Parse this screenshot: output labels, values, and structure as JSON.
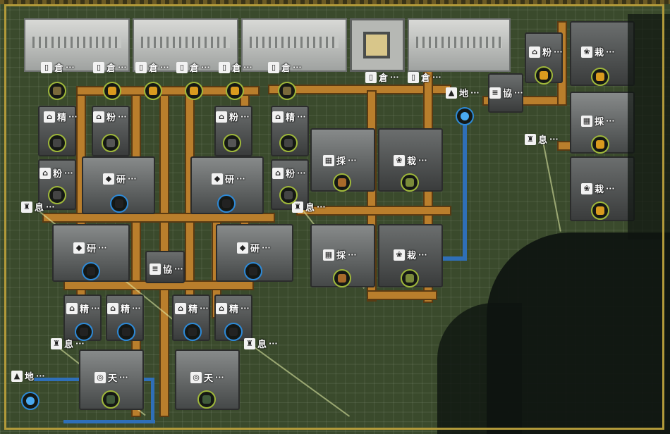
{
  "scene": {
    "colors": {
      "ground": "#3a4a2c",
      "belt": "#b97e2c",
      "pipe": "#2f6fb8",
      "boundary": "#b29a3a",
      "ring_yellow": "#9fb83a",
      "ring_blue": "#2d8ad8"
    }
  },
  "labels": {
    "warehouse": "倉",
    "crusher": "粉",
    "refiner": "精",
    "grinder": "研",
    "rest": "息",
    "assoc": "協",
    "miner": "採",
    "plant": "栽",
    "ground": "地",
    "heaven": "天",
    "ellipsis": "···"
  },
  "icons": {
    "warehouse": "warehouse-icon",
    "crusher": "crusher-icon",
    "refiner": "refiner-icon",
    "grinder": "grinder-icon",
    "rest": "relay-tower-icon",
    "assoc": "protocol-stash-icon",
    "miner": "miner-icon",
    "plant": "planter-icon",
    "ground": "ground-pump-icon",
    "heaven": "heaven-reactor-icon",
    "water": "water-drop-icon",
    "ore": "ore-chunk-icon",
    "crystal": "crystal-icon",
    "plant_item": "plant-stalk-icon",
    "block": "dark-block-icon"
  }
}
